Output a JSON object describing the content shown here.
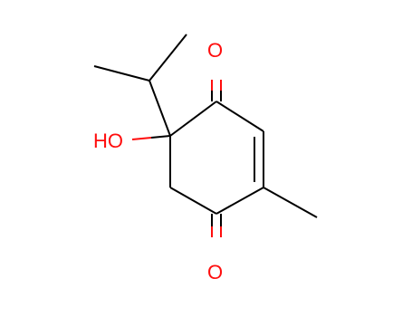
{
  "molecule": {
    "atoms": {
      "oxygen_top": {
        "label": "O",
        "color": "#ff0d0d"
      },
      "oxygen_bottom": {
        "label": "O",
        "color": "#ff0d0d"
      },
      "hydroxyl": {
        "label": "HO",
        "color": "#ff0d0d"
      }
    },
    "bond_color": "#000000"
  }
}
